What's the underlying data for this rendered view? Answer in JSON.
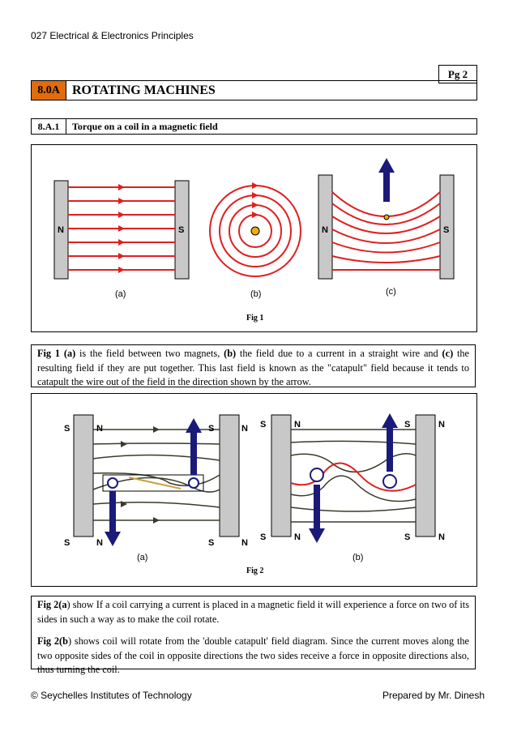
{
  "header": {
    "course": "027 Electrical & Electronics Principles",
    "page": "Pg 2"
  },
  "section": {
    "number": "8.0A",
    "title": "ROTATING MACHINES"
  },
  "subsection": {
    "number": "8.A.1",
    "title": "Torque  on a coil in a magnetic  field"
  },
  "fig1": {
    "caption": "Fig 1",
    "labels": {
      "n": "N",
      "s": "S",
      "a": "(a)",
      "b": "(b)",
      "c": "(c)"
    },
    "text_parts": [
      "Fig 1 ",
      "(a)",
      " is the field between two magnets, ",
      "(b)",
      " the field due to a current in a straight wire and ",
      "(c)",
      " the resulting field if they are put together. This last field is known as the \"catapult\" field because it tends to catapult the wire out of the field in the direction shown by the arrow."
    ]
  },
  "fig2": {
    "caption": "Fig 2",
    "labels": {
      "n": "N",
      "s": "S",
      "a": "(a)",
      "b": "(b)"
    },
    "para1_bold": "Fig 2(a",
    "para1_rest": ") show If a coil carrying a current is placed in a magnetic field it will experience a force on two of its sides in such a way as to make the coil rotate.",
    "para2_bold": "Fig 2(b",
    "para2_rest": ") shows coil will rotate from the 'double catapult' field diagram. Since the current moves along the two opposite sides of the coil in opposite directions the two sides receive a force in opposite directions also, thus turning the coil."
  },
  "footer": {
    "left": "© Seychelles Institutes of Technology",
    "right": "Prepared by Mr. Dinesh"
  },
  "colors": {
    "section_fill": "#e26b0a",
    "field_lines": "#e02020",
    "arrow": "#1a1a7a",
    "magnet": "#c8c8c8",
    "flux_lines": "#3a3a2a"
  }
}
